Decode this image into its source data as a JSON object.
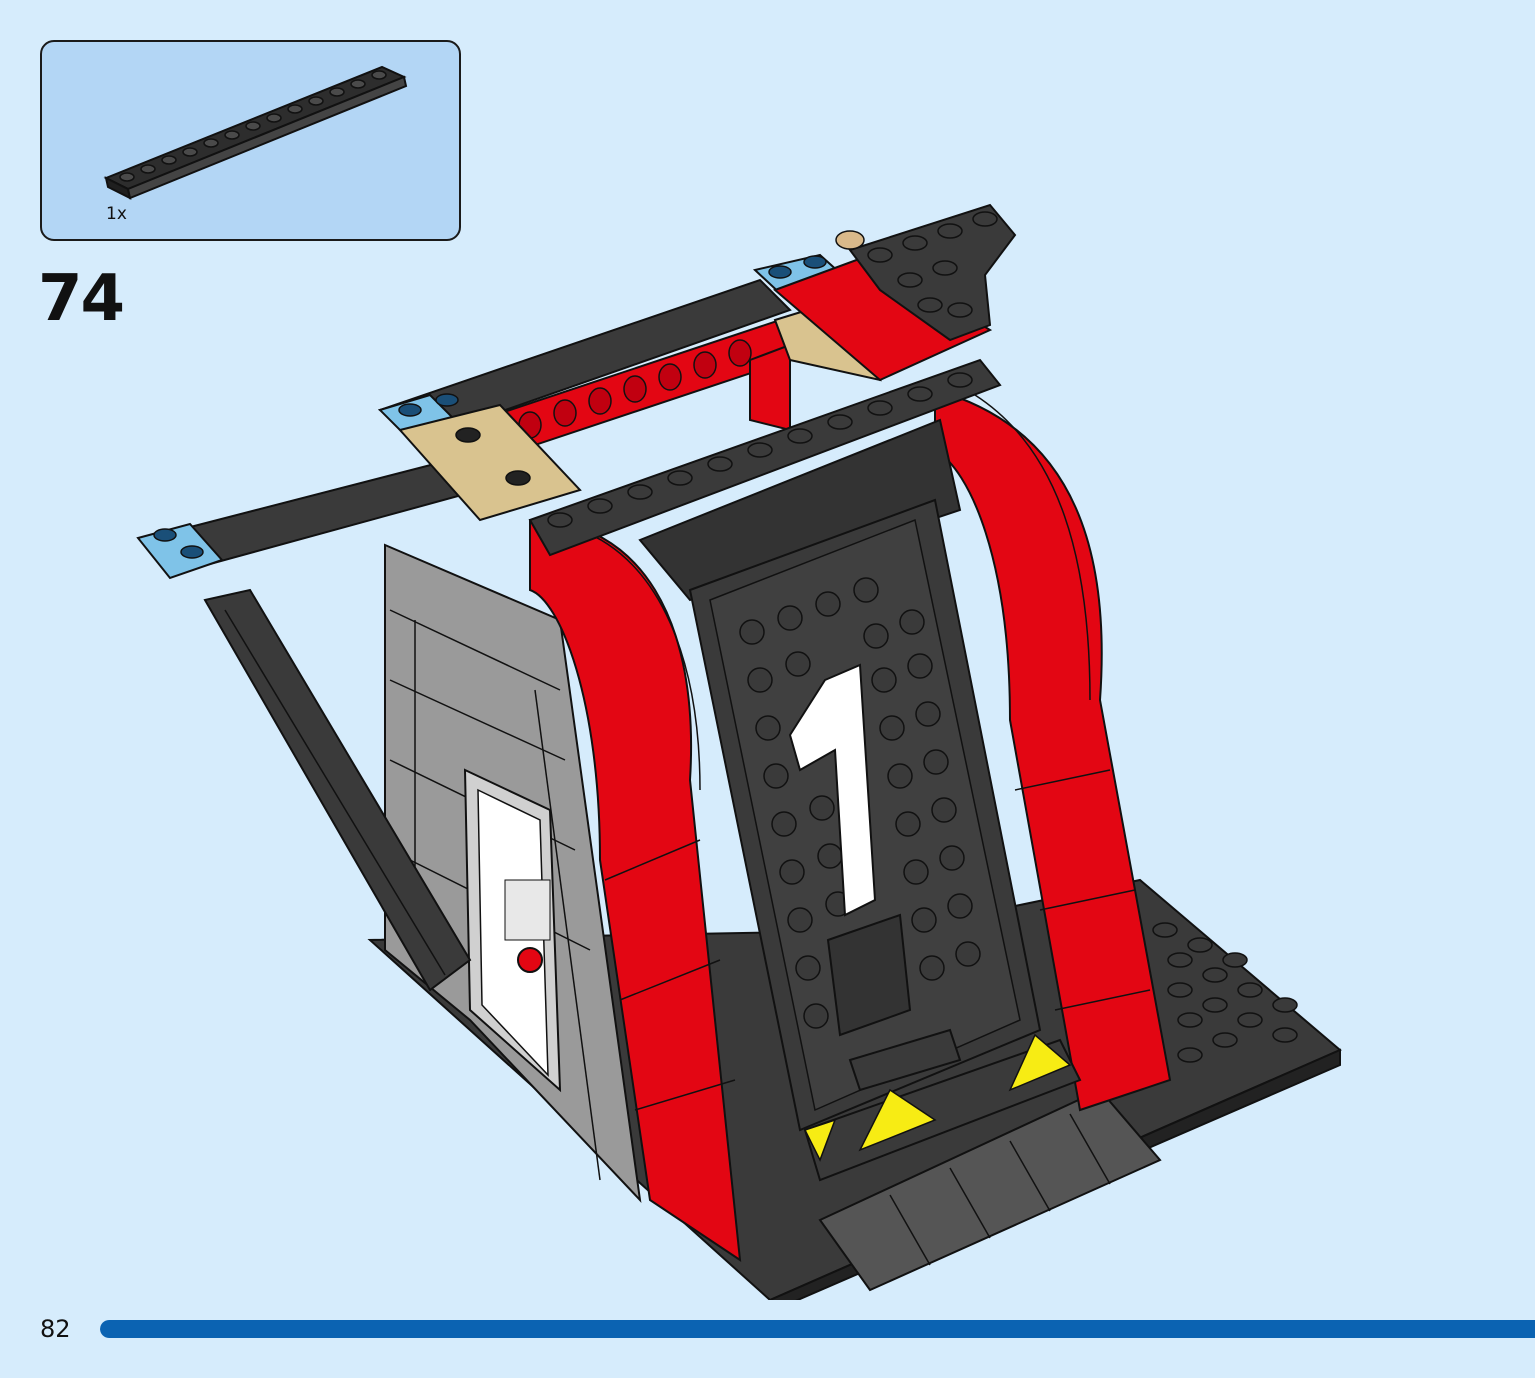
{
  "parts_callout": {
    "items": [
      {
        "part_icon": "black-1x14-plate-icon",
        "quantity_label": "1x"
      }
    ]
  },
  "step": {
    "number": "74"
  },
  "illustration": {
    "model_icon": "fire-station-build-icon",
    "decal_text": "1"
  },
  "footer": {
    "page_number": "82",
    "progress": 1.0
  },
  "colors": {
    "background": "#d6ecfc",
    "parts_box": "#b3d6f5",
    "progress_bar": "#0b63b2",
    "brick_red": "#e30613",
    "brick_black": "#3a3a3a",
    "brick_grey": "#9a9a9a",
    "brick_tan": "#d9c38f",
    "brick_yellow": "#f7ec14",
    "brick_trans_blue": "#7fc3e8"
  }
}
